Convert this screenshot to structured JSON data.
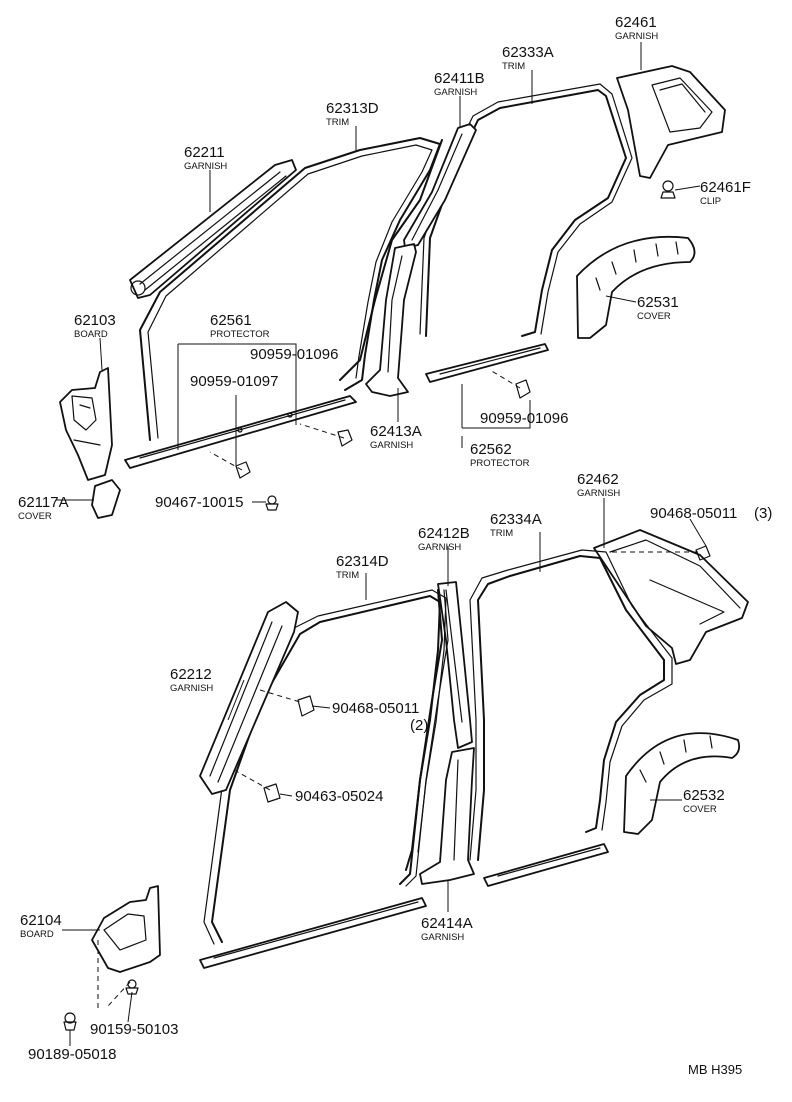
{
  "diagram_code": "MB H395",
  "labels": [
    {
      "id": "62461",
      "part": "62461",
      "name": "GARNISH"
    },
    {
      "id": "62461F",
      "part": "62461F",
      "name": "CLIP"
    },
    {
      "id": "62333A",
      "part": "62333A",
      "name": "TRIM"
    },
    {
      "id": "62411B",
      "part": "62411B",
      "name": "GARNISH"
    },
    {
      "id": "62313D",
      "part": "62313D",
      "name": "TRIM"
    },
    {
      "id": "62211",
      "part": "62211",
      "name": "GARNISH"
    },
    {
      "id": "62103",
      "part": "62103",
      "name": "BOARD"
    },
    {
      "id": "62561",
      "part": "62561",
      "name": "PROTECTOR"
    },
    {
      "id": "90959-01096a",
      "part": "90959-01096",
      "name": ""
    },
    {
      "id": "90959-01097",
      "part": "90959-01097",
      "name": ""
    },
    {
      "id": "62531",
      "part": "62531",
      "name": "COVER"
    },
    {
      "id": "62413A",
      "part": "62413A",
      "name": "GARNISH"
    },
    {
      "id": "90959-01096b",
      "part": "90959-01096",
      "name": ""
    },
    {
      "id": "62562",
      "part": "62562",
      "name": "PROTECTOR"
    },
    {
      "id": "62117A",
      "part": "62117A",
      "name": "COVER"
    },
    {
      "id": "90467-10015",
      "part": "90467-10015",
      "name": ""
    },
    {
      "id": "62462",
      "part": "62462",
      "name": "GARNISH"
    },
    {
      "id": "90468-05011a",
      "part": "90468-05011",
      "name": "",
      "qty": "(3)"
    },
    {
      "id": "62412B",
      "part": "62412B",
      "name": "GARNISH"
    },
    {
      "id": "62334A",
      "part": "62334A",
      "name": "TRIM"
    },
    {
      "id": "62314D",
      "part": "62314D",
      "name": "TRIM"
    },
    {
      "id": "62212",
      "part": "62212",
      "name": "GARNISH"
    },
    {
      "id": "90468-05011b",
      "part": "90468-05011",
      "name": "",
      "qty": "(2)"
    },
    {
      "id": "90463-05024",
      "part": "90463-05024",
      "name": ""
    },
    {
      "id": "62532",
      "part": "62532",
      "name": "COVER"
    },
    {
      "id": "62104",
      "part": "62104",
      "name": "BOARD"
    },
    {
      "id": "62414A",
      "part": "62414A",
      "name": "GARNISH"
    },
    {
      "id": "90159-50103",
      "part": "90159-50103",
      "name": ""
    },
    {
      "id": "90189-05018",
      "part": "90189-05018",
      "name": ""
    }
  ]
}
